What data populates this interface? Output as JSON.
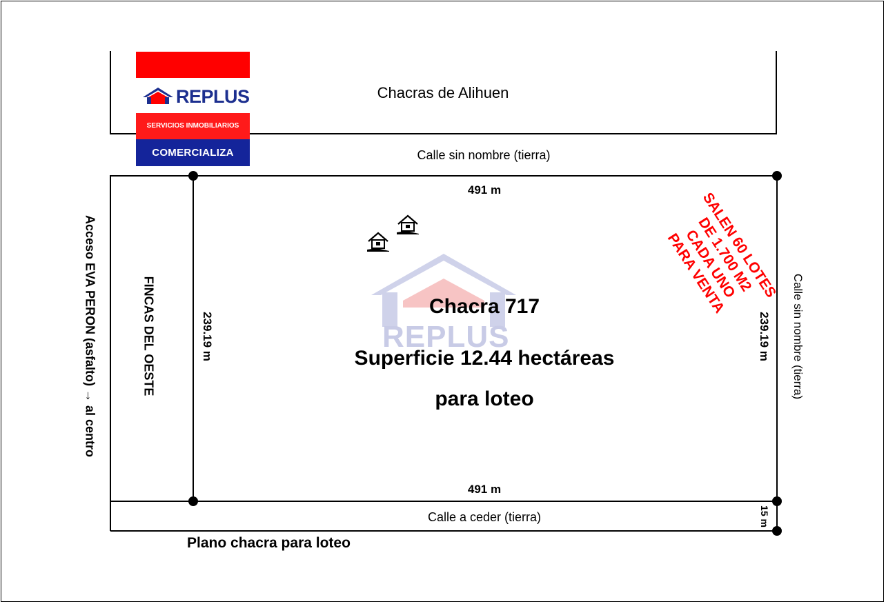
{
  "logo": {
    "brand": "REPLUS",
    "services": "SERVICIOS INMOBILIARIOS",
    "tagline": "COMERCIALIZA",
    "colors": {
      "red": "#ff0000",
      "blue": "#14249a"
    }
  },
  "watermark": {
    "text": "REPLUS"
  },
  "labels": {
    "north_neighbor": "Chacras de Alihuen",
    "north_street": "Calle sin nombre (tierra)",
    "east_street": "Calle sin nombre (tierra)",
    "south_street": "Calle a ceder (tierra)",
    "west_access": "Acceso EVA PERON (asfalto) → al centro",
    "west_neighbor": "FINCAS DEL OESTE"
  },
  "dimensions": {
    "top": "491 m",
    "bottom": "491 m",
    "left": "239.19 m",
    "right": "239.19 m",
    "street_width": "15 m"
  },
  "lot": {
    "name": "Chacra 717",
    "area": "Superficie 12.44 hectáreas",
    "purpose": "para loteo"
  },
  "promo": {
    "lines": [
      "SALEN 60 LOTES",
      "DE 1.700 M2",
      "CADA UNO",
      "PARA VENTA"
    ],
    "color": "#ff0000"
  },
  "caption": "Plano chacra para loteo"
}
